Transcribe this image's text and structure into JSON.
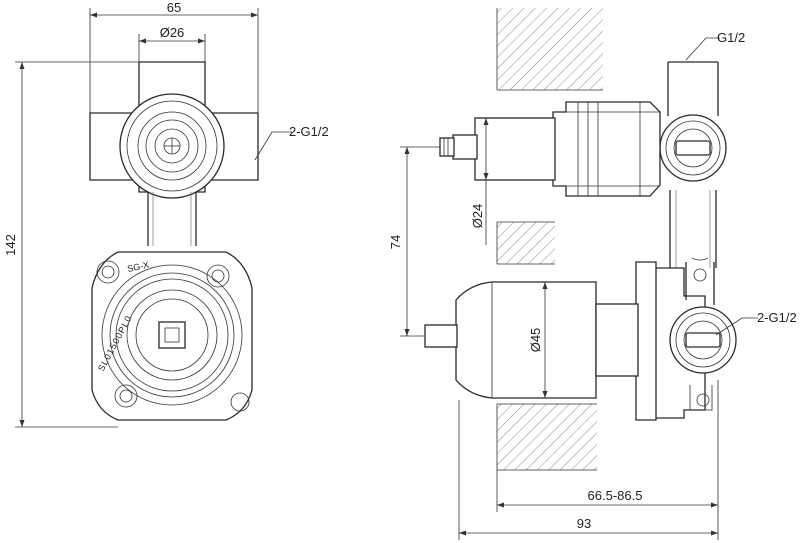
{
  "dimensions": {
    "width_overall": "65",
    "diameter_top": "Ø26",
    "height_overall": "142",
    "thread_side_left": "2-G1/2",
    "thread_top": "G1/2",
    "thread_side_right": "2-G1/2",
    "spacing": "74",
    "diameter_stem": "Ø24",
    "diameter_body": "Ø45",
    "depth_range": "66.5-86.5",
    "depth_overall": "93"
  },
  "markings": {
    "valve_code": "SL01500PL0",
    "logo": "SG-X"
  },
  "colors": {
    "line": "#2a2a2a",
    "hatch": "#888888",
    "background": "#ffffff"
  }
}
